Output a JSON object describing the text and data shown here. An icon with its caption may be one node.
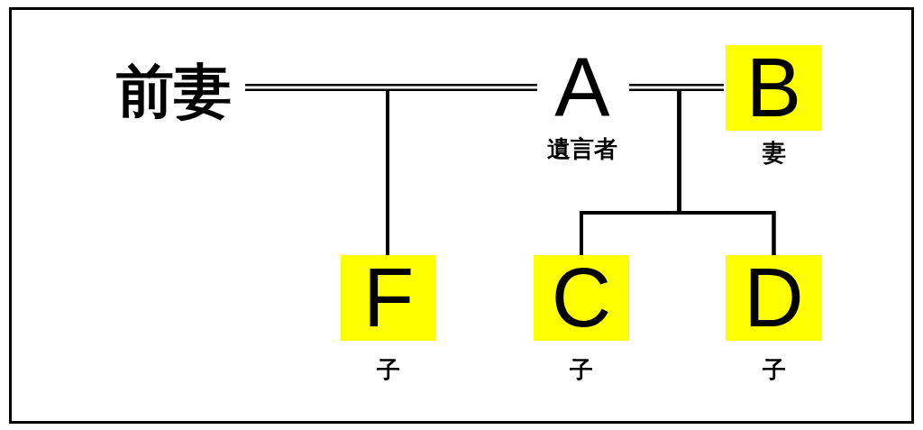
{
  "diagram": {
    "nodes": [
      {
        "text": [
          "前妻"
        ]
      },
      {
        "text": [
          "A"
        ],
        "beside": [
          "遺言者"
        ]
      },
      {
        "text": [
          "B"
        ],
        "beside": [
          "妻"
        ]
      },
      {
        "text": [
          "F"
        ],
        "beside": [
          "子"
        ]
      },
      {
        "text": [
          "C"
        ],
        "beside": [
          "子"
        ]
      },
      {
        "text": [
          "D"
        ],
        "beside": [
          "子"
        ]
      }
    ],
    "edges": [
      {
        "from": 0,
        "to": 1,
        "arrow": "none",
        "style": "thick"
      },
      {
        "from": 1,
        "to": 2,
        "arrow": "none",
        "style": "thick"
      },
      {
        "from": 0,
        "to": 3,
        "arrow": "none"
      },
      {
        "from": 1,
        "to": 3,
        "arrow": "none"
      },
      {
        "from": 1,
        "to": 4,
        "arrow": "none"
      },
      {
        "from": 2,
        "to": 4,
        "arrow": "none"
      },
      {
        "from": 1,
        "to": 5,
        "arrow": "none"
      },
      {
        "from": 2,
        "to": 5,
        "arrow": "none"
      }
    ]
  }
}
